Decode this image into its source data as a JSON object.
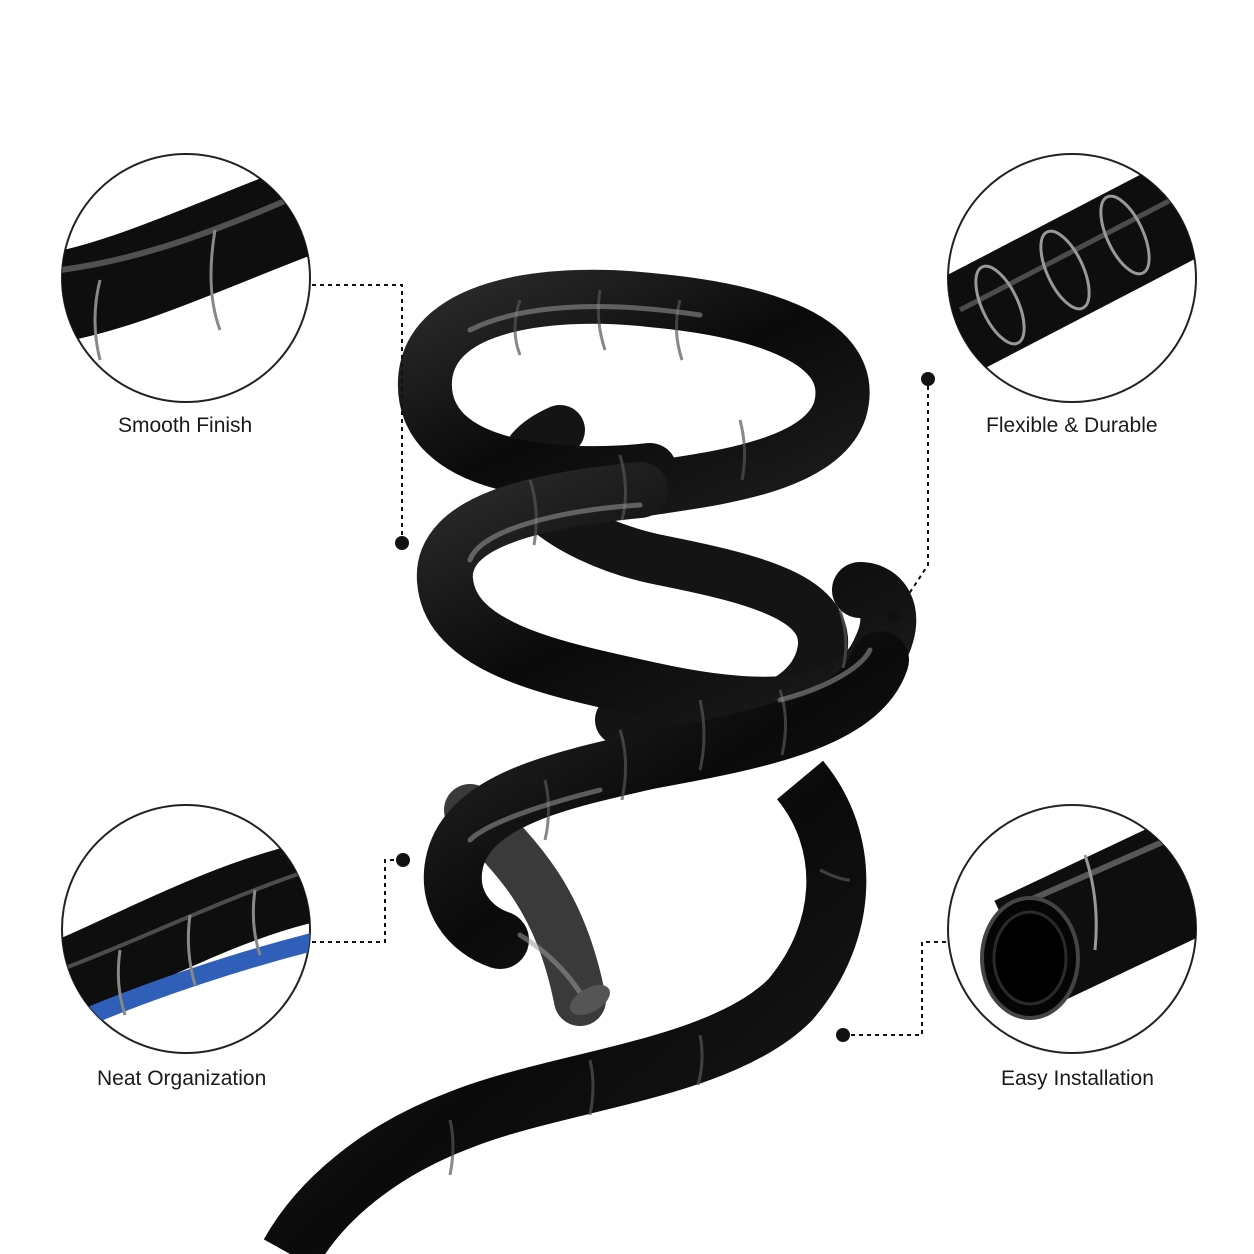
{
  "features": [
    {
      "label": "Smooth Finish"
    },
    {
      "label": "Flexible & Durable"
    },
    {
      "label": "Neat Organization"
    },
    {
      "label": "Easy Installation"
    }
  ],
  "colors": {
    "background": "#ffffff",
    "tube": "#0d0d0d",
    "highlight": "#8a8a8a",
    "wire": "#2f5fb8",
    "leader": "#111111"
  }
}
